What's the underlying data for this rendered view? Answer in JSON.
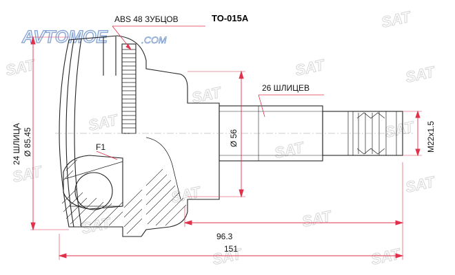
{
  "part_number": "TO-015A",
  "watermark": {
    "brand": "SAT",
    "site": "AVTOMOE",
    "site_suffix": ".COM"
  },
  "labels": {
    "abs": "ABS 48 ЗУБЦОВ",
    "splines_inner": "26 ШЛИЦЕВ",
    "splines_outer": "24 ШЛИЦА",
    "outer_diameter": "Ø 85.45",
    "shaft_diameter": "Ø 56",
    "thread": "M22x1.5",
    "f1": "F1",
    "length_shaft": "96.3",
    "length_total": "151"
  },
  "colors": {
    "line": "#222222",
    "dim": "#e0304a",
    "watermark": "#d6d6d6",
    "logo": "#7f9fd0"
  }
}
